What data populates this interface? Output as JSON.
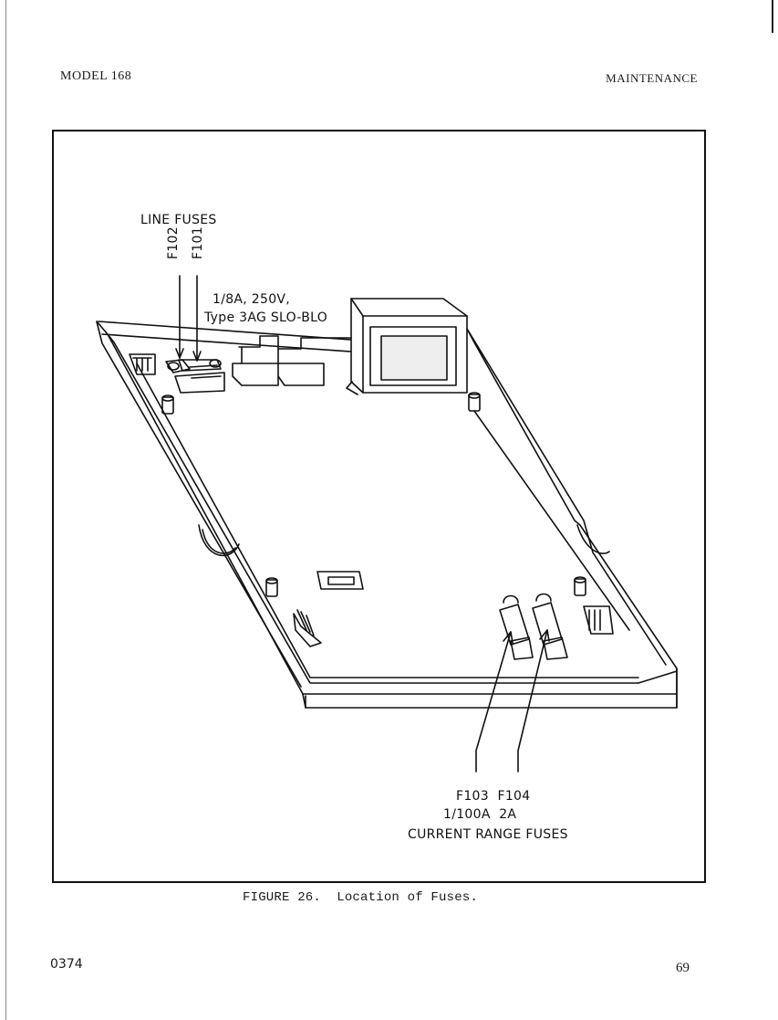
{
  "header": {
    "model": "MODEL 168",
    "section": "MAINTENANCE"
  },
  "figure": {
    "line_fuses_label": "LINE FUSES",
    "fuse_f102": "F102",
    "fuse_f101": "F101",
    "line_fuse_rating": "1/8A, 250V,",
    "line_fuse_type": "Type 3AG SLO-BLO",
    "range_fuse_ids": "F103  F104",
    "range_fuse_ratings": "1/100A  2A",
    "range_fuses_label": "CURRENT RANGE FUSES"
  },
  "caption": "FIGURE 26.  Location of Fuses.",
  "footer": {
    "doc_number": "0374",
    "page_number": "69"
  }
}
